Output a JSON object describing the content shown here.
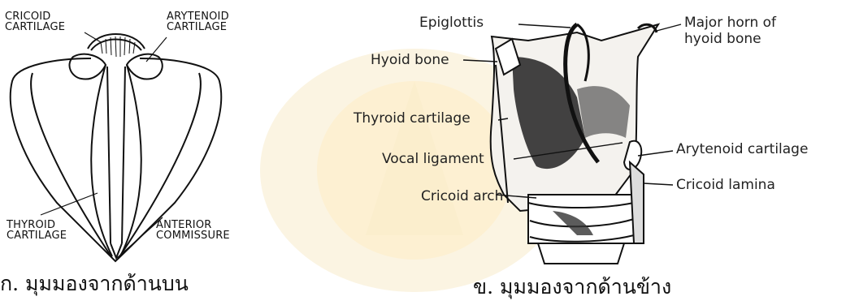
{
  "left_diagram": {
    "labels": {
      "cricoid": [
        "CRICOID",
        "CARTILAGE"
      ],
      "arytenoid": [
        "ARYTENOID",
        "CARTILAGE"
      ],
      "thyroid": [
        "THYROID",
        "CARTILAGE"
      ],
      "anterior": [
        "ANTERIOR",
        "COMMISSURE"
      ]
    },
    "caption": "ก. มุมมองจากด้านบน"
  },
  "right_diagram": {
    "labels": {
      "epiglottis": "Epiglottis",
      "major_horn": [
        "Major horn of",
        "hyoid bone"
      ],
      "hyoid_bone": "Hyoid bone",
      "thyroid_cartilage": "Thyroid cartilage",
      "arytenoid_cartilage": "Arytenoid cartilage",
      "vocal_ligament": "Vocal ligament",
      "cricoid_lamina": "Cricoid lamina",
      "cricoid_arch": "Cricoid arch"
    },
    "caption": "ข. มุมมองจากด้านข้าง"
  }
}
